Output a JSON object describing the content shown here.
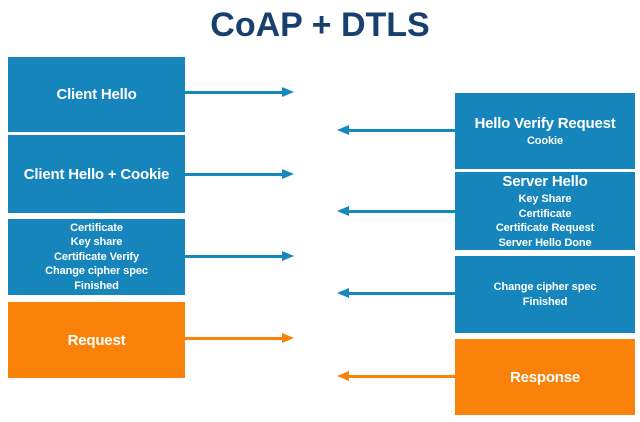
{
  "title": "CoAP + DTLS",
  "colors": {
    "box_blue": "#1685BC",
    "box_orange": "#FA820A",
    "arrow_blue": "#1787C0",
    "arrow_orange": "#FA820A",
    "title_navy": "#17406F",
    "box_text": "#FFFFFF",
    "background": "#FFFFFF"
  },
  "client": {
    "boxes": [
      {
        "label": "Client Hello"
      },
      {
        "label": "Client Hello + Cookie"
      },
      {
        "lines": [
          "Certificate",
          "Key share",
          "Certificate Verify",
          "Change cipher spec",
          "Finished"
        ]
      },
      {
        "label": "Request"
      }
    ]
  },
  "server": {
    "boxes": [
      {
        "heading": "Hello Verify Request",
        "lines": [
          "Cookie"
        ]
      },
      {
        "heading": "Server Hello",
        "lines": [
          "Key Share",
          "Certificate",
          "Certificate Request",
          "Server Hello Done"
        ]
      },
      {
        "lines": [
          "Change cipher spec",
          "Finished"
        ]
      },
      {
        "label": "Response"
      }
    ]
  },
  "arrows": [
    {
      "from": "client",
      "to": "server",
      "color": "blue"
    },
    {
      "from": "server",
      "to": "client",
      "color": "blue"
    },
    {
      "from": "client",
      "to": "server",
      "color": "blue"
    },
    {
      "from": "server",
      "to": "client",
      "color": "blue"
    },
    {
      "from": "client",
      "to": "server",
      "color": "blue"
    },
    {
      "from": "server",
      "to": "client",
      "color": "blue"
    },
    {
      "from": "client",
      "to": "server",
      "color": "orange"
    },
    {
      "from": "server",
      "to": "client",
      "color": "orange"
    }
  ]
}
